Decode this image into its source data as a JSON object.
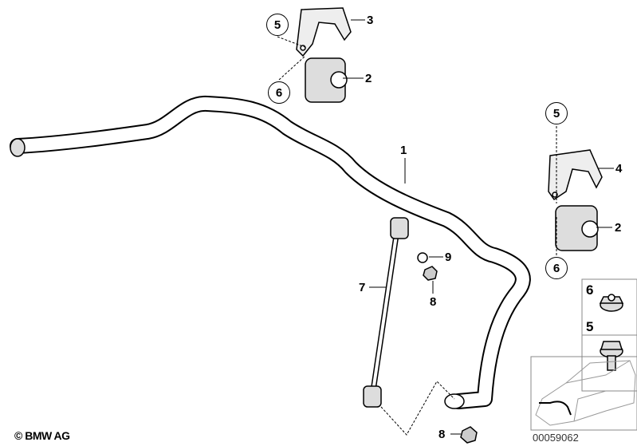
{
  "diagram": {
    "callouts": {
      "c1": "1",
      "c2a": "2",
      "c2b": "2",
      "c3": "3",
      "c4": "4",
      "c5a": "5",
      "c5b": "5",
      "c6a": "6",
      "c6b": "6",
      "c7": "7",
      "c8a": "8",
      "c8b": "8",
      "c9": "9"
    },
    "legend_boxes": [
      {
        "label": "6"
      },
      {
        "label": "5"
      }
    ],
    "copyright": "© BMW AG",
    "diagram_id": "00059062"
  }
}
